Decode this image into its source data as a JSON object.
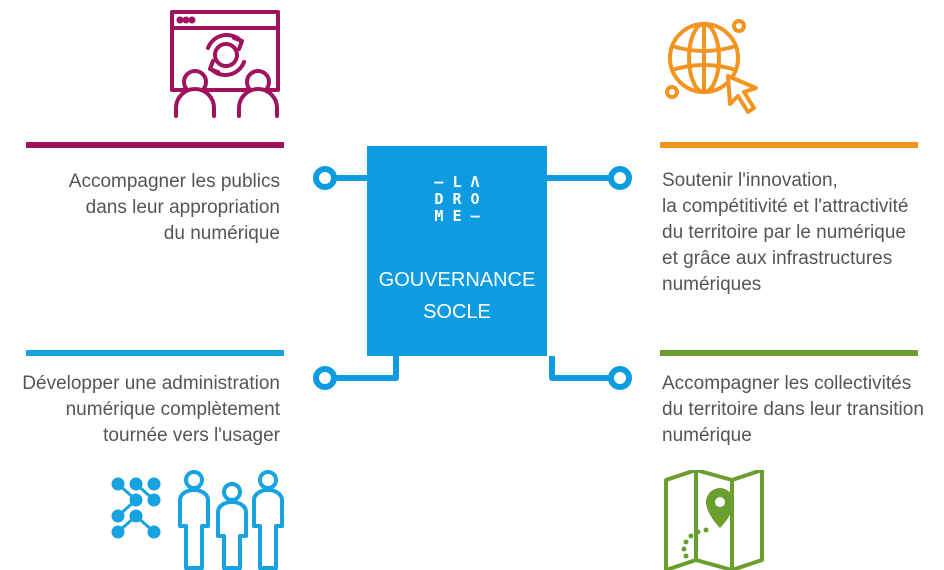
{
  "center": {
    "logo_lines": [
      "– L Λ",
      "D R O",
      "M E –"
    ],
    "title_line1": "GOUVERNANCE",
    "title_line2": "SOCLE"
  },
  "quadrants": {
    "top_left": {
      "lines": [
        "Accompagner les publics",
        "dans leur appropriation",
        "du numérique"
      ],
      "color": "#a0125c",
      "icon": "screen-sync-people-icon"
    },
    "top_right": {
      "lines": [
        "Soutenir l'innovation,",
        "la compétitivité et l'attractivité",
        "du territoire par le numérique",
        "et grâce aux infrastructures",
        "numériques"
      ],
      "color": "#f39420",
      "icon": "globe-cursor-icon"
    },
    "bottom_left": {
      "lines": [
        "Développer une administration",
        "numérique complètement",
        "tournée vers l'usager"
      ],
      "color": "#17a3e0",
      "icon": "network-people-icon"
    },
    "bottom_right": {
      "lines": [
        "Accompagner les collectivités",
        "du territoire dans leur transition",
        "numérique"
      ],
      "color": "#6a9e2f",
      "icon": "map-pin-icon"
    }
  }
}
